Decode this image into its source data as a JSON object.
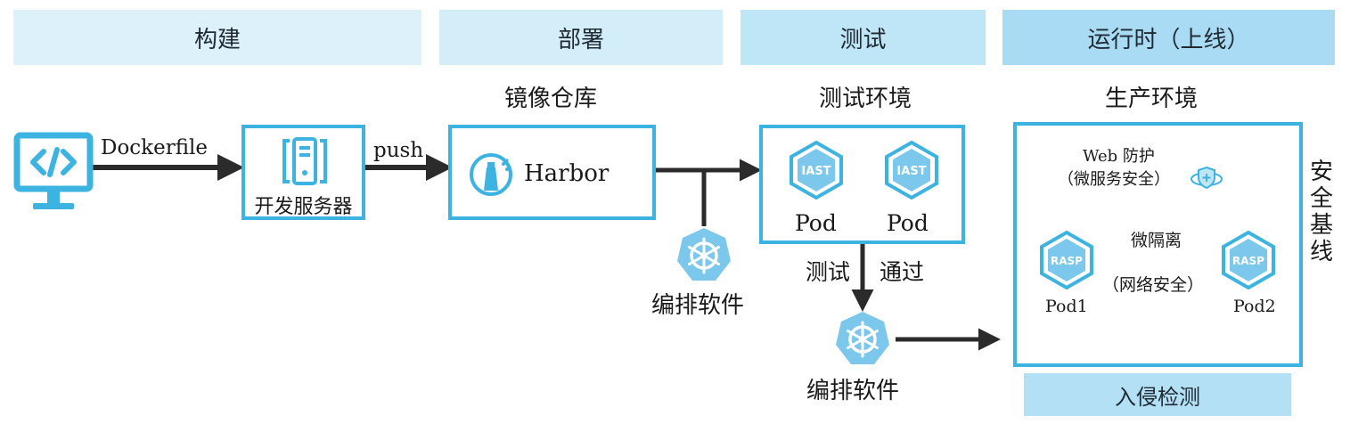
{
  "phases": [
    {
      "label": "构建",
      "color": "#dcf1f9"
    },
    {
      "label": "部署",
      "color": "#d4eef9"
    },
    {
      "label": "测试",
      "color": "#bfe6f7"
    },
    {
      "label": "运行时（上线）",
      "color": "#a9dcf4"
    }
  ],
  "sections": {
    "registry": "镜像仓库",
    "test_env": "测试环境",
    "prod_env": "生产环境"
  },
  "nodes": {
    "dev_server": "开发服务器",
    "harbor": "Harbor",
    "pod_a": "Pod",
    "pod_b": "Pod",
    "iast_a": "IAST",
    "iast_b": "IAST",
    "rasp_a": "RASP",
    "rasp_b": "RASP",
    "pod1": "Pod1",
    "pod2": "Pod2",
    "orchestrator_a": "编排软件",
    "orchestrator_b": "编排软件"
  },
  "edges": {
    "dockerfile": "Dockerfile",
    "push": "push",
    "test_label": "测试",
    "pass_label": "通过",
    "micro_isolation": "微隔离",
    "network_security": "（网络安全）"
  },
  "prod": {
    "web_protect": "Web 防护",
    "micro_service_security": "（微服务安全）",
    "security_baseline": "安全基线",
    "intrusion_detection": "入侵检测"
  },
  "colors": {
    "accent": "#3cb3e0",
    "arrow": "#2b2b2b",
    "k8s": "#7cc8ec",
    "chip": "#b3e0f5"
  }
}
